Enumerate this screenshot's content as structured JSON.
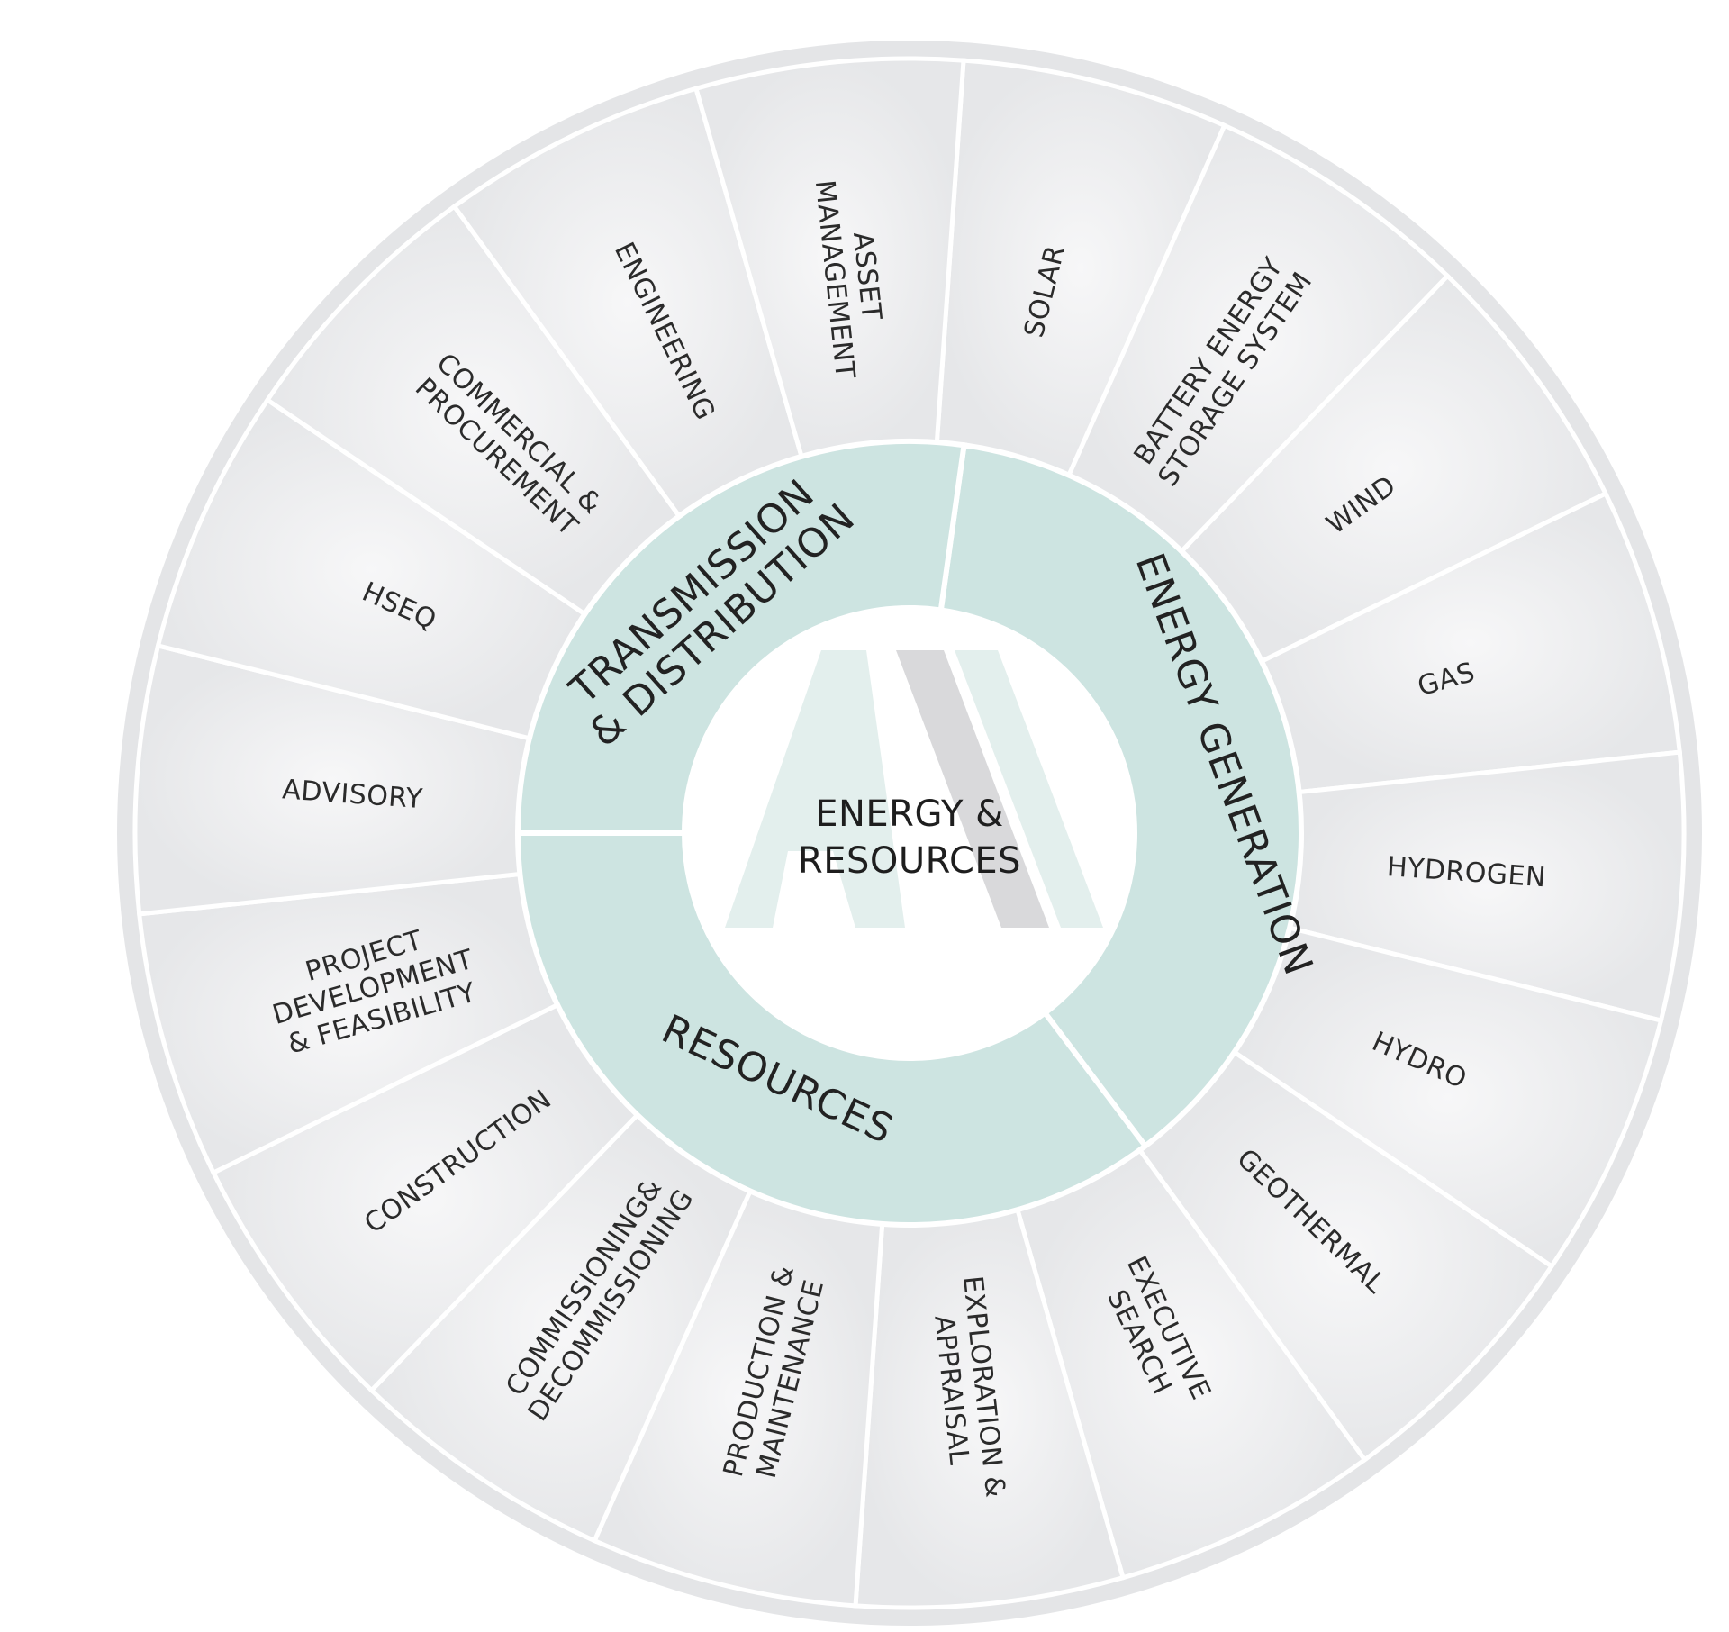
{
  "colors": {
    "outer_ring": "#e4e5e7",
    "segment_fill": "#eeeeef",
    "segment_divider": "#ffffff",
    "inner_ring": "#cde4e1",
    "center_fill": "#ffffff",
    "logo_light": "#e3efed",
    "logo_grey": "#d9d9db",
    "text": "#222222"
  },
  "center": {
    "lines": [
      "ENERGY &",
      "RESOURCES"
    ],
    "logo": "stylized-letter-a-logo"
  },
  "rings": [
    {
      "id": "energy-generation",
      "label": "ENERGY GENERATION"
    },
    {
      "id": "resources",
      "label": "RESOURCES"
    },
    {
      "id": "transmission-distribution",
      "label": "TRANSMISSION & DISTRIBUTION",
      "lines": [
        "TRANSMISSION",
        "& DISTRIBUTION"
      ]
    }
  ],
  "segments": [
    {
      "id": "solar",
      "lines": [
        "SOLAR"
      ]
    },
    {
      "id": "battery-energy-storage-system",
      "lines": [
        "BATTERY ENERGY",
        "STORAGE SYSTEM"
      ]
    },
    {
      "id": "wind",
      "lines": [
        "WIND"
      ]
    },
    {
      "id": "gas",
      "lines": [
        "GAS"
      ]
    },
    {
      "id": "hydrogen",
      "lines": [
        "HYDROGEN"
      ]
    },
    {
      "id": "hydro",
      "lines": [
        "HYDRO"
      ]
    },
    {
      "id": "geothermal",
      "lines": [
        "GEOTHERMAL"
      ]
    },
    {
      "id": "executive-search",
      "lines": [
        "EXECUTIVE",
        "SEARCH"
      ]
    },
    {
      "id": "exploration-appraisal",
      "lines": [
        "EXPLORATION &",
        "APPRAISAL"
      ]
    },
    {
      "id": "production-maintenance",
      "lines": [
        "PRODUCTION &",
        "MAINTENANCE"
      ]
    },
    {
      "id": "commissioning-decommissioning",
      "lines": [
        "COMMISSIONING&",
        "DECOMMISSIONING"
      ]
    },
    {
      "id": "construction",
      "lines": [
        "CONSTRUCTION"
      ]
    },
    {
      "id": "project-development-feasibility",
      "lines": [
        "PROJECT",
        "DEVELOPMENT",
        "& FEASIBILITY"
      ]
    },
    {
      "id": "advisory",
      "lines": [
        "ADVISORY"
      ]
    },
    {
      "id": "hseq",
      "lines": [
        "HSEQ"
      ]
    },
    {
      "id": "commercial-procurement",
      "lines": [
        "COMMERCIAL &",
        "PROCUREMENT"
      ]
    },
    {
      "id": "engineering",
      "lines": [
        "ENGINEERING"
      ]
    },
    {
      "id": "asset-management",
      "lines": [
        "ASSET",
        "MANAGEMENT"
      ]
    }
  ]
}
